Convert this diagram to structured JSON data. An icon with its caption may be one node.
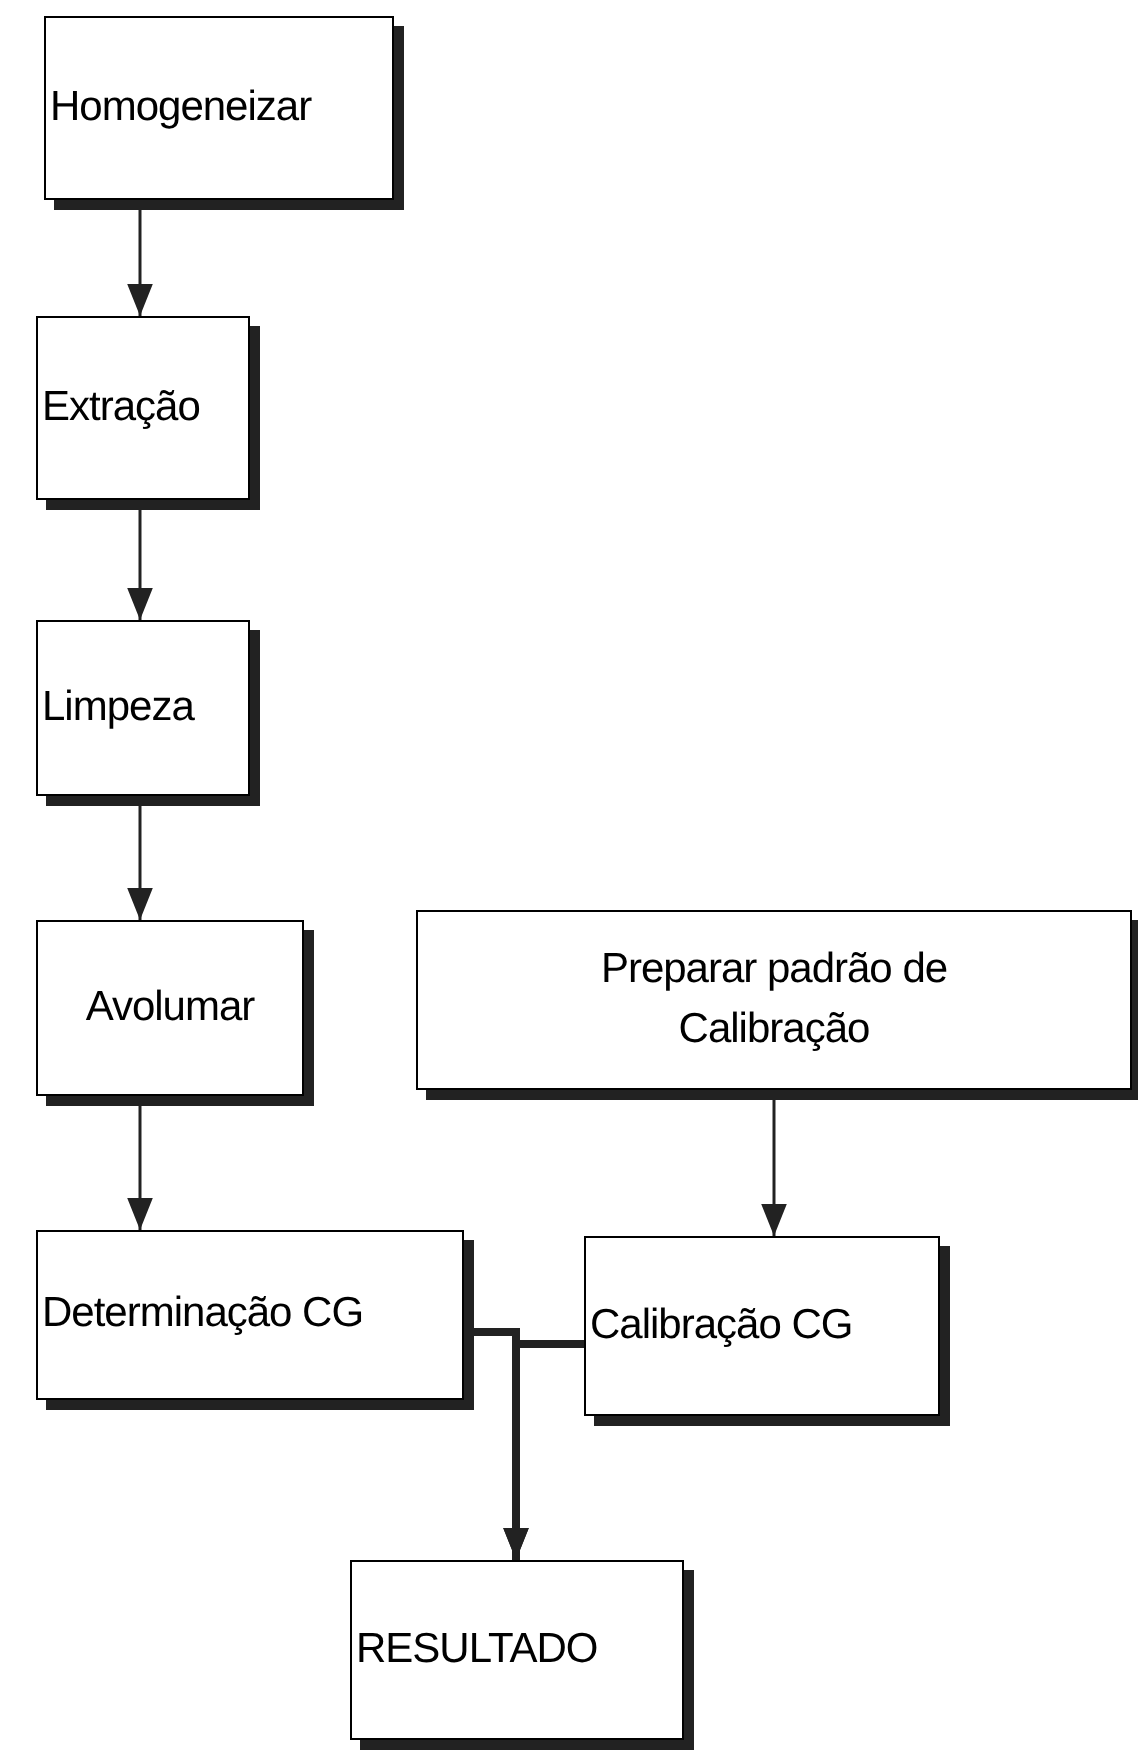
{
  "diagram": {
    "nodes": [
      {
        "text": [
          "Homogeneizar"
        ]
      },
      {
        "text": [
          "Extração"
        ]
      },
      {
        "text": [
          "Limpeza"
        ]
      },
      {
        "text": [
          "Avolumar"
        ]
      },
      {
        "text": [
          "Preparar padrão de Calibração"
        ]
      },
      {
        "text": [
          "Determinação CG"
        ]
      },
      {
        "text": [
          "Calibração CG"
        ]
      },
      {
        "text": [
          "RESULTADO"
        ]
      }
    ],
    "edges": [
      {
        "from": 0,
        "to": 1,
        "arrow": "to"
      },
      {
        "from": 1,
        "to": 2,
        "arrow": "to"
      },
      {
        "from": 2,
        "to": 3,
        "arrow": "to"
      },
      {
        "from": 3,
        "to": 5,
        "arrow": "to"
      },
      {
        "from": 4,
        "to": 6,
        "arrow": "to"
      },
      {
        "from": 5,
        "to": 7,
        "arrow": "to",
        "style": "thick"
      },
      {
        "from": 6,
        "to": 7,
        "arrow": "to",
        "style": "thick"
      }
    ]
  }
}
